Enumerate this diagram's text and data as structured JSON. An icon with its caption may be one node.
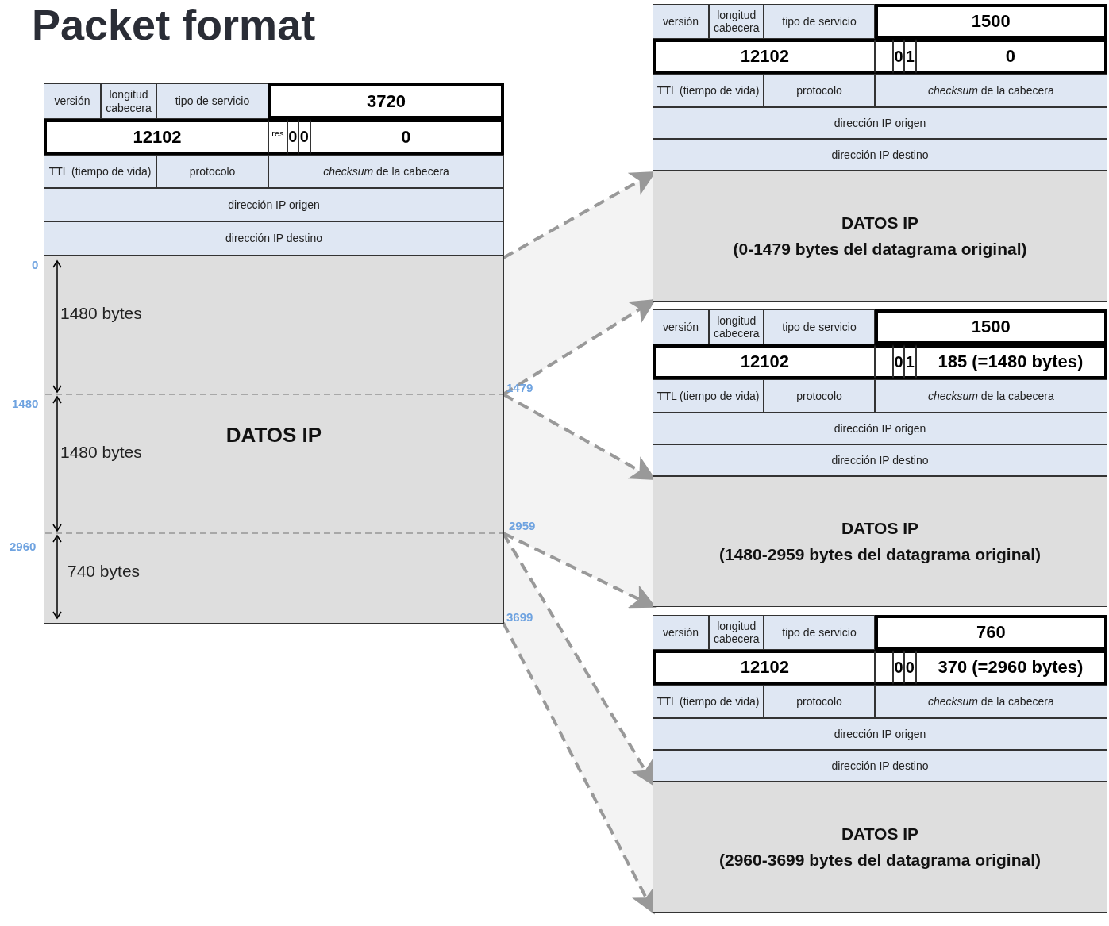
{
  "diagram": {
    "title": "Packet format",
    "nodes": [
      {
        "text": [
          "versión"
        ]
      },
      {
        "text": [
          "longitud cabecera"
        ]
      },
      {
        "text": [
          "tipo de servicio"
        ]
      },
      {
        "text": [
          "3720"
        ]
      },
      {
        "text": [
          "12102"
        ]
      },
      {
        "text": [
          "res"
        ]
      },
      {
        "text": [
          "0"
        ]
      },
      {
        "text": [
          "0"
        ]
      },
      {
        "text": [
          "0"
        ]
      },
      {
        "text": [
          "TTL (tiempo de vida)"
        ]
      },
      {
        "text": [
          "protocolo"
        ]
      },
      {
        "text": [
          "*checksum* de la cabecera"
        ]
      },
      {
        "text": [
          "dirección IP origen"
        ]
      },
      {
        "text": [
          "dirección IP destino"
        ]
      },
      {
        "text": [
          "DATOS IP"
        ]
      },
      {
        "text": [
          "versión"
        ]
      },
      {
        "text": [
          "longitud cabecera"
        ]
      },
      {
        "text": [
          "tipo de servicio"
        ]
      },
      {
        "text": [
          "1500"
        ]
      },
      {
        "text": [
          "12102"
        ]
      },
      {
        "text": [],
        "shape": "box"
      },
      {
        "text": [
          "0"
        ]
      },
      {
        "text": [
          "1"
        ]
      },
      {
        "text": [
          "0"
        ]
      },
      {
        "text": [
          "TTL (tiempo de vida)"
        ]
      },
      {
        "text": [
          "protocolo"
        ]
      },
      {
        "text": [
          "*checksum* de la cabecera"
        ]
      },
      {
        "text": [
          "dirección IP origen"
        ]
      },
      {
        "text": [
          "dirección IP destino"
        ]
      },
      {
        "text": [
          "DATOS IP",
          "(0-1479 bytes del datagrama original)"
        ]
      },
      {
        "text": [
          "versión"
        ]
      },
      {
        "text": [
          "longitud cabecera"
        ]
      },
      {
        "text": [
          "tipo de servicio"
        ]
      },
      {
        "text": [
          "1500"
        ]
      },
      {
        "text": [
          "12102"
        ]
      },
      {
        "text": [],
        "shape": "box"
      },
      {
        "text": [
          "0"
        ]
      },
      {
        "text": [
          "1"
        ]
      },
      {
        "text": [
          "185 (=1480 bytes)"
        ]
      },
      {
        "text": [
          "TTL (tiempo de vida)"
        ]
      },
      {
        "text": [
          "protocolo"
        ]
      },
      {
        "text": [
          "*checksum* de la cabecera"
        ]
      },
      {
        "text": [
          "dirección IP origen"
        ]
      },
      {
        "text": [
          "dirección IP destino"
        ]
      },
      {
        "text": [
          "DATOS IP",
          "(1480-2959 bytes del datagrama original)"
        ]
      },
      {
        "text": [
          "versión"
        ]
      },
      {
        "text": [
          "longitud cabecera"
        ]
      },
      {
        "text": [
          "tipo de servicio"
        ]
      },
      {
        "text": [
          "760"
        ]
      },
      {
        "text": [
          "12102"
        ]
      },
      {
        "text": [],
        "shape": "box"
      },
      {
        "text": [
          "0"
        ]
      },
      {
        "text": [
          "0"
        ]
      },
      {
        "text": [
          "370 (=2960 bytes)"
        ]
      },
      {
        "text": [
          "TTL (tiempo de vida)"
        ]
      },
      {
        "text": [
          "protocolo"
        ]
      },
      {
        "text": [
          "*checksum* de la cabecera"
        ]
      },
      {
        "text": [
          "dirección IP origen"
        ]
      },
      {
        "text": [
          "dirección IP destino"
        ]
      },
      {
        "text": [
          "DATOS IP",
          "(2960-3699 bytes del datagrama original)"
        ]
      }
    ],
    "edges": [
      {
        "from": 14,
        "to": 29,
        "arrow": "to",
        "style": "dashed"
      },
      {
        "from": 14,
        "to": 29,
        "arrow": "to",
        "style": "dashed"
      },
      {
        "from": 14,
        "to": 44,
        "arrow": "to",
        "style": "dashed"
      },
      {
        "from": 14,
        "to": 44,
        "arrow": "to",
        "style": "dashed"
      },
      {
        "from": 14,
        "to": 59,
        "arrow": "to",
        "style": "dashed"
      },
      {
        "from": 14,
        "to": 59,
        "arrow": "to",
        "style": "dashed"
      }
    ],
    "labels": [
      "0",
      "1480 bytes",
      "1480",
      "1479",
      "1480 bytes",
      "2960",
      "2959",
      "740 bytes",
      "3699"
    ]
  }
}
